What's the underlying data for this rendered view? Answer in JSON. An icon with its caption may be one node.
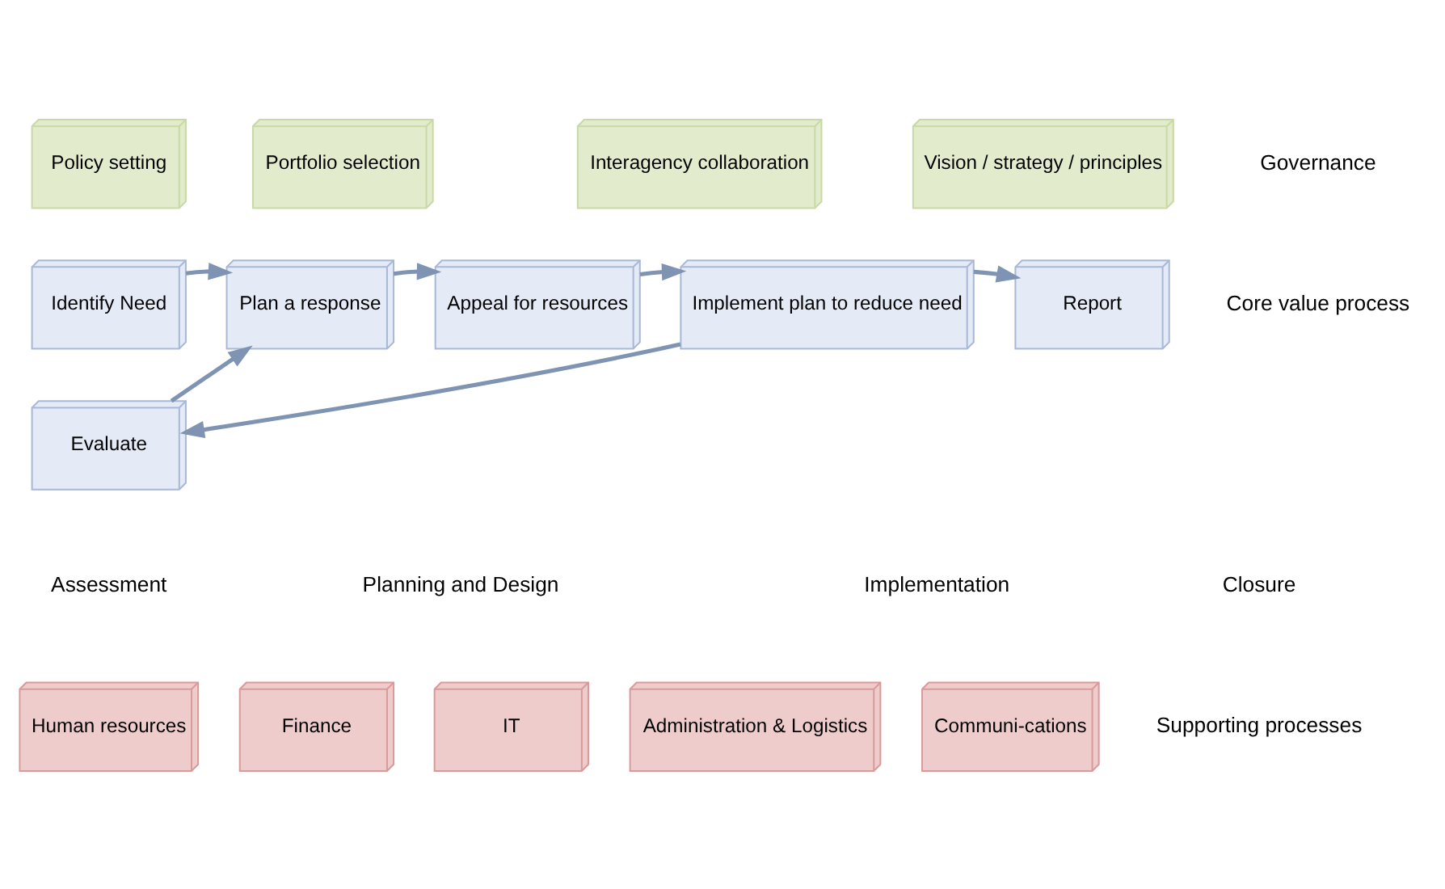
{
  "diagram": {
    "nodes": [
      {
        "text": [
          "Policy setting"
        ]
      },
      {
        "text": [
          "Portfolio selection"
        ]
      },
      {
        "text": [
          "Interagency collaboration"
        ]
      },
      {
        "text": [
          "Vision / strategy / principles"
        ]
      },
      {
        "text": [
          "Identify Need"
        ]
      },
      {
        "text": [
          "Plan a response"
        ]
      },
      {
        "text": [
          "Appeal for resources"
        ]
      },
      {
        "text": [
          "Implement plan to reduce need"
        ]
      },
      {
        "text": [
          "Report"
        ]
      },
      {
        "text": [
          "Evaluate"
        ]
      },
      {
        "text": [
          "Human resources"
        ]
      },
      {
        "text": [
          "Finance"
        ]
      },
      {
        "text": [
          "IT"
        ]
      },
      {
        "text": [
          "Administration & Logistics"
        ]
      },
      {
        "text": [
          "Communi-cations"
        ]
      }
    ],
    "edges": [
      {
        "from": 4,
        "to": 5,
        "arrow": "to"
      },
      {
        "from": 5,
        "to": 6,
        "arrow": "to"
      },
      {
        "from": 6,
        "to": 7,
        "arrow": "to"
      },
      {
        "from": 7,
        "to": 8,
        "arrow": "to"
      },
      {
        "from": 7,
        "to": 9,
        "arrow": "to"
      },
      {
        "from": 9,
        "to": 5,
        "arrow": "to"
      }
    ],
    "labels": [
      "Governance",
      "Core value process",
      "Assessment",
      "Planning and Design",
      "Implementation",
      "Closure",
      "Supporting processes"
    ]
  }
}
